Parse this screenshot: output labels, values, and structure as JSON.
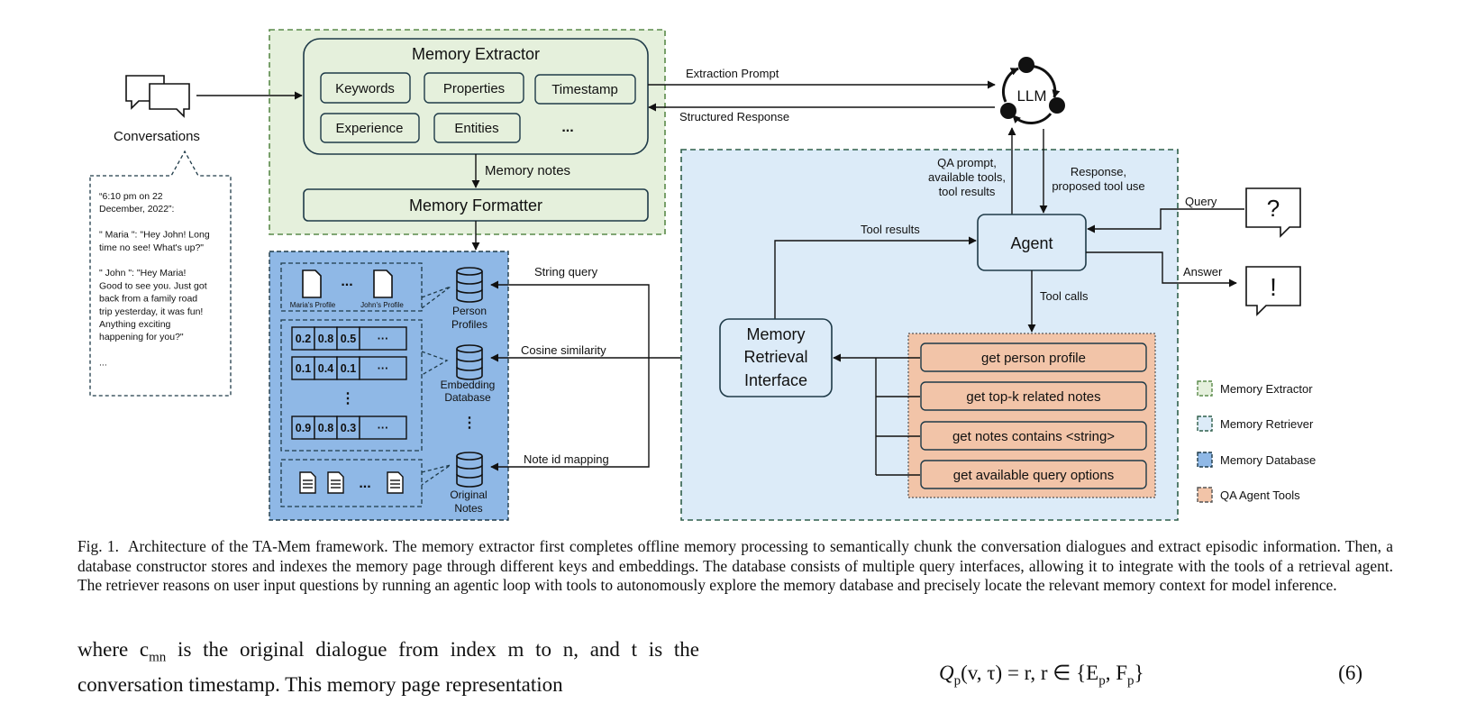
{
  "figure": {
    "conversations_label": "Conversations",
    "dialogue_lines": [
      "“6:10 pm on 22",
      "December, 2022”:",
      "",
      "\" Maria \": \"Hey John! Long",
      "time no see! What's up?\"",
      "",
      "\" John \": \"Hey Maria!",
      "Good to see you. Just got",
      "back from a family road",
      "trip yesterday, it was fun!",
      "Anything exciting",
      "happening for you?\"",
      "",
      "..."
    ],
    "extractor_title": "Memory Extractor",
    "extractor_items": [
      "Keywords",
      "Properties",
      "Timestamp",
      "Experience",
      "Entities",
      "..."
    ],
    "memory_notes_label": "Memory notes",
    "formatter_title": "Memory Formatter",
    "extraction_prompt": "Extraction Prompt",
    "structured_response": "Structured Response",
    "llm_label": "LLM",
    "qa_prompt_lines": [
      "QA prompt,",
      "available tools,",
      "tool results"
    ],
    "response_lines": [
      "Response,",
      "proposed tool use"
    ],
    "agent_label": "Agent",
    "query_label": "Query",
    "answer_label": "Answer",
    "question_mark": "?",
    "exclamation_mark": "!",
    "tool_results_label": "Tool results",
    "tool_calls_label": "Tool calls",
    "retrieval_interface_lines": [
      "Memory",
      "Retrieval",
      "Interface"
    ],
    "tools": [
      "get person profile",
      "get top-k related notes",
      "get notes contains <string>",
      "get available query options"
    ],
    "profiles": [
      "Maria's Profile",
      "John's Profile"
    ],
    "ellipsis": "...",
    "vdots": "⋮",
    "embedding_rows": [
      [
        "0.2",
        "0.8",
        "0.5",
        "···"
      ],
      [
        "0.1",
        "0.4",
        "0.1",
        "···"
      ],
      [
        "0.9",
        "0.8",
        "0.3",
        "···"
      ]
    ],
    "db_labels": {
      "person_profiles": [
        "Person",
        "Profiles"
      ],
      "embedding_db": [
        "Embedding",
        "Database"
      ],
      "original_notes": [
        "Original",
        "Notes"
      ]
    },
    "queries": [
      "String query",
      "Cosine similarity",
      "Note id mapping"
    ],
    "legend": [
      "Memory Extractor",
      "Memory Retriever",
      "Memory Database",
      "QA Agent Tools"
    ]
  },
  "caption": {
    "label": "Fig. 1.",
    "text": "Architecture of the TA-Mem framework. The memory extractor first completes offline memory processing to semantically chunk the conversation dialogues and extract episodic information. Then, a database constructor stores and indexes the memory page through different keys and embeddings. The database consists of multiple query interfaces, allowing it to integrate with the tools of a retrieval agent. The retriever reasons on user input questions by running an agentic loop with tools to autonomously explore the memory database and precisely locate the relevant memory context for model inference."
  },
  "body": {
    "text_a": "where c",
    "sub_a": "mn",
    "text_b": " is the original dialogue from index m to n, and t is the conversation timestamp. This memory page representation"
  },
  "equation": {
    "lhs": "Q",
    "lhs_sub": "p",
    "mid": "(v, τ) = r,  r ∈ {E",
    "sub1": "p",
    "mid2": ", F",
    "sub2": "p",
    "end": "}",
    "number": "(6)"
  },
  "colors": {
    "extractor_fill": "#e5f0dc",
    "extractor_border": "#5a8a4a",
    "database_fill": "#8fb8e6",
    "retriever_fill": "#dcebf8",
    "retriever_border": "#2f5f4a",
    "tool_fill": "#f2c4a8",
    "node_border": "#1e3a48"
  }
}
